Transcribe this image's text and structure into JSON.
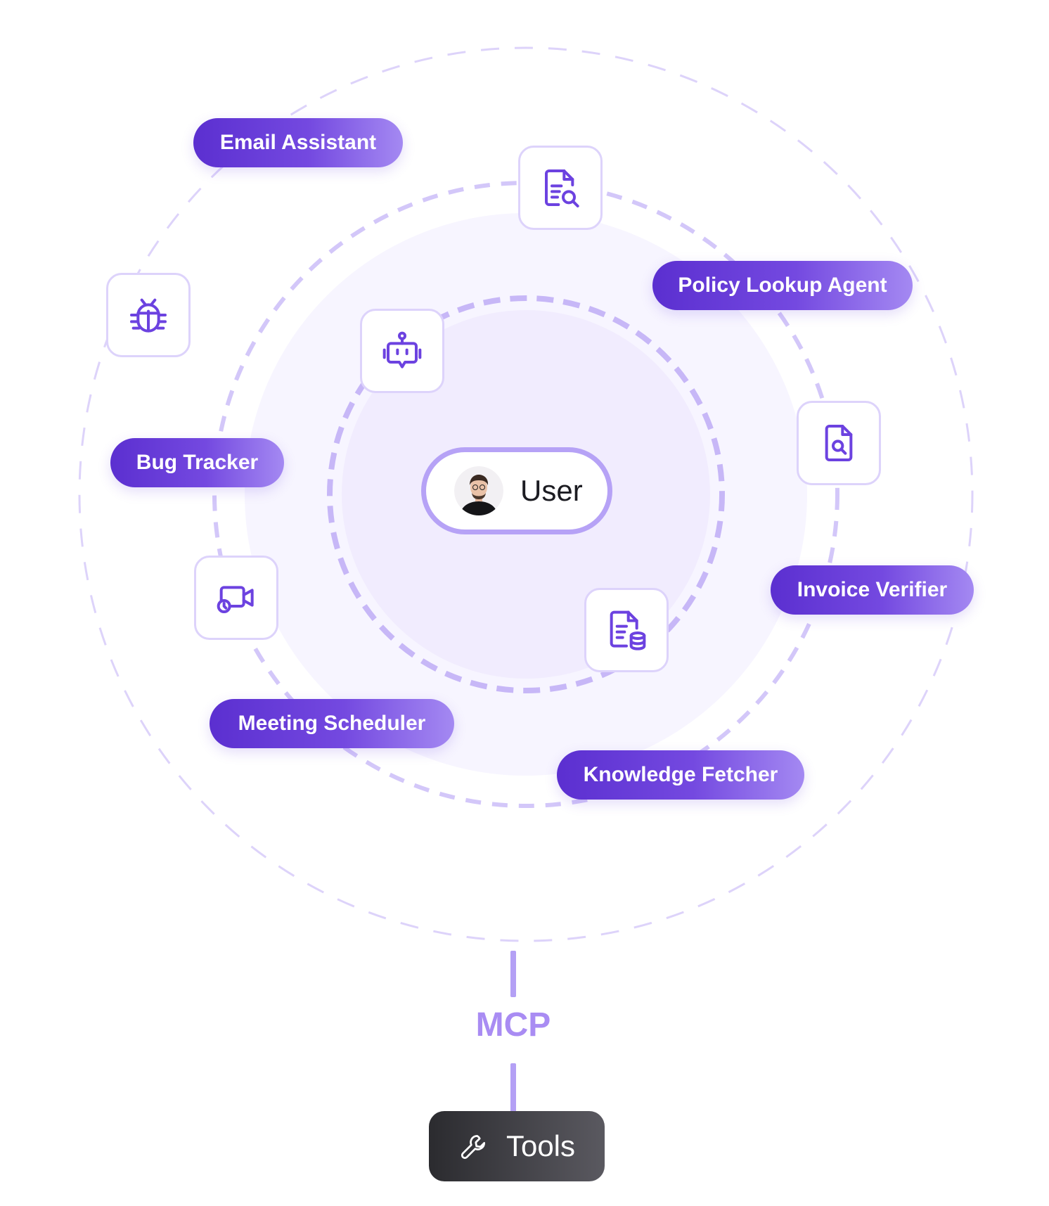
{
  "center": {
    "label": "User",
    "avatar_icon": "user-avatar-icon"
  },
  "agents": [
    {
      "label": "Email Assistant"
    },
    {
      "label": "Policy Lookup Agent"
    },
    {
      "label": "Bug Tracker"
    },
    {
      "label": "Invoice Verifier"
    },
    {
      "label": "Meeting Scheduler"
    },
    {
      "label": "Knowledge Fetcher"
    }
  ],
  "tile_icons": [
    "document-search-icon",
    "bug-icon",
    "robot-icon",
    "file-search-icon",
    "video-camera-icon",
    "document-database-icon"
  ],
  "protocol": {
    "label": "MCP"
  },
  "tools": {
    "label": "Tools",
    "icon": "wrench-icon"
  },
  "colors": {
    "accent": "#6c42e0",
    "ring": "#c9bbf7",
    "inner_fill": "#f3effe",
    "dark": "#2b2b2f"
  }
}
